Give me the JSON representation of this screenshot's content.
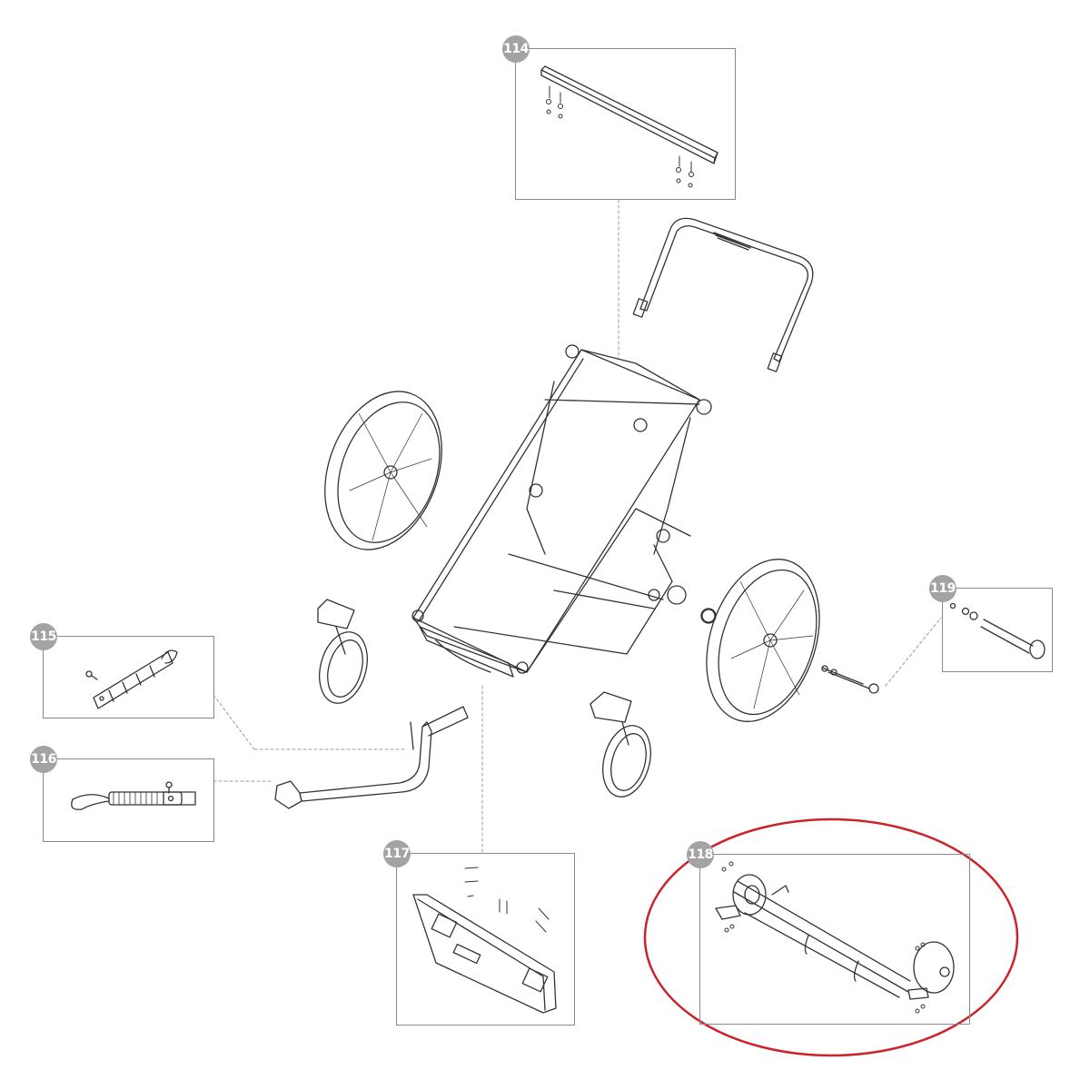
{
  "diagram": {
    "type": "exploded-parts-diagram",
    "subject": "child trailer / stroller chassis",
    "highlight_color": "#cc2229",
    "badge_color": "#a3a3a3",
    "line_color": "#333333",
    "parts": [
      {
        "id": "114",
        "label": "114",
        "description": "cross bar with screws and nuts"
      },
      {
        "id": "115",
        "label": "115",
        "description": "hitch strap with screw"
      },
      {
        "id": "116",
        "label": "116",
        "description": "safety strap with screw"
      },
      {
        "id": "117",
        "label": "117",
        "description": "front bumper panel with screws"
      },
      {
        "id": "118",
        "label": "118",
        "description": "rear axle assembly with screws and nuts",
        "highlighted": true
      },
      {
        "id": "119",
        "label": "119",
        "description": "axle pin with washers and cap"
      }
    ],
    "main_assembly": [
      "frame",
      "push bar",
      "rear wheels",
      "front swivel wheels",
      "tow arm"
    ]
  }
}
